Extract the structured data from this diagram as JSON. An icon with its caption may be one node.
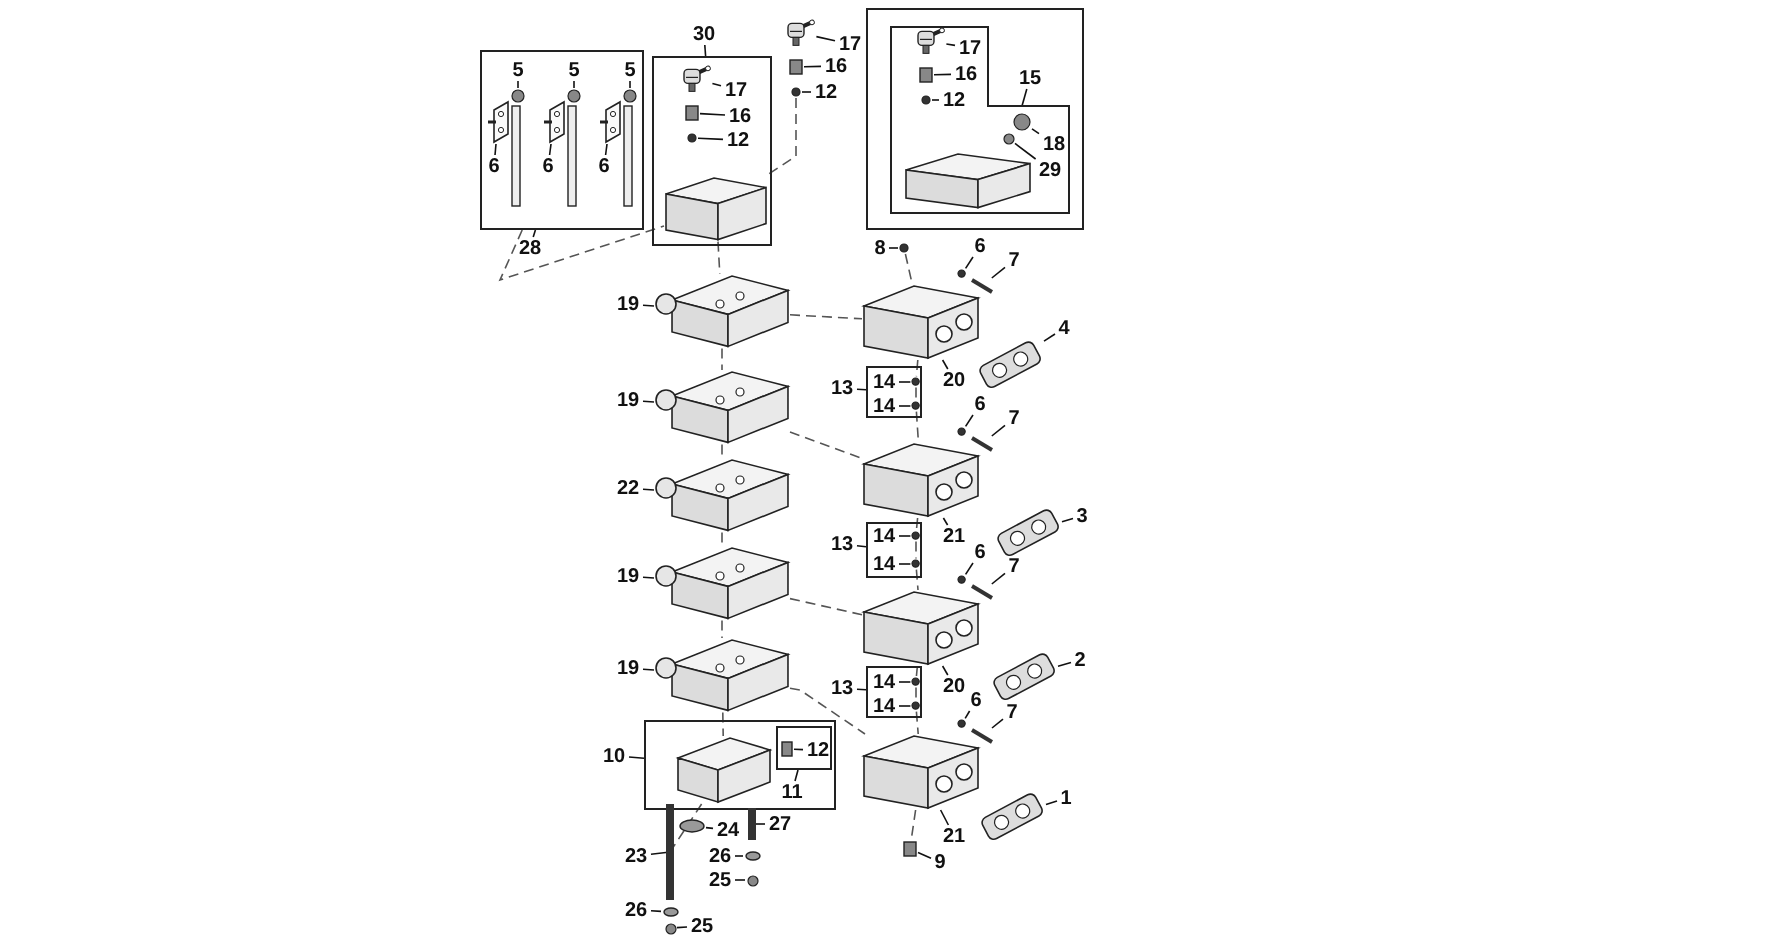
{
  "diagram": {
    "nodes": [
      {
        "text": [],
        "shape": "box"
      },
      {
        "text": [
          "5"
        ],
        "in": 0
      },
      {
        "text": [
          "5"
        ],
        "in": 0
      },
      {
        "text": [
          "5"
        ],
        "in": 0
      },
      {
        "text": [
          "6"
        ],
        "in": 0
      },
      {
        "text": [
          "6"
        ],
        "in": 0
      },
      {
        "text": [
          "6"
        ],
        "in": 0
      },
      {
        "text": [
          "28"
        ]
      },
      {
        "text": [
          "30"
        ]
      },
      {
        "text": [],
        "shape": "box"
      },
      {
        "text": [
          "17"
        ],
        "in": 9
      },
      {
        "text": [
          "16"
        ],
        "in": 9
      },
      {
        "text": [
          "12"
        ],
        "in": 9
      },
      {
        "text": [
          "17"
        ]
      },
      {
        "text": [
          "16"
        ]
      },
      {
        "text": [
          "12"
        ]
      },
      {
        "text": [],
        "shape": "box"
      },
      {
        "text": [
          "15"
        ],
        "in": 16
      },
      {
        "text": [],
        "shape": "box",
        "in": 16
      },
      {
        "text": [
          "17"
        ],
        "in": 18
      },
      {
        "text": [
          "16"
        ],
        "in": 18
      },
      {
        "text": [
          "12"
        ],
        "in": 18
      },
      {
        "text": [
          "18"
        ],
        "in": 18
      },
      {
        "text": [
          "29"
        ],
        "in": 18
      },
      {
        "text": [
          "8"
        ]
      },
      {
        "text": [
          "6"
        ]
      },
      {
        "text": [
          "7"
        ]
      },
      {
        "text": [
          "19"
        ]
      },
      {
        "text": [
          "20"
        ]
      },
      {
        "text": [
          "4"
        ]
      },
      {
        "text": [],
        "shape": "box"
      },
      {
        "text": [
          "13"
        ]
      },
      {
        "text": [
          "14"
        ],
        "in": 30
      },
      {
        "text": [
          "14"
        ],
        "in": 30
      },
      {
        "text": [
          "6"
        ]
      },
      {
        "text": [
          "7"
        ]
      },
      {
        "text": [
          "19"
        ]
      },
      {
        "text": [
          "22"
        ]
      },
      {
        "text": [
          "21"
        ]
      },
      {
        "text": [
          "3"
        ]
      },
      {
        "text": [],
        "shape": "box"
      },
      {
        "text": [
          "13"
        ]
      },
      {
        "text": [
          "14"
        ],
        "in": 40
      },
      {
        "text": [
          "14"
        ],
        "in": 40
      },
      {
        "text": [
          "6"
        ]
      },
      {
        "text": [
          "7"
        ]
      },
      {
        "text": [
          "19"
        ]
      },
      {
        "text": [
          "20"
        ]
      },
      {
        "text": [
          "2"
        ]
      },
      {
        "text": [],
        "shape": "box"
      },
      {
        "text": [
          "13"
        ]
      },
      {
        "text": [
          "14"
        ],
        "in": 49
      },
      {
        "text": [
          "14"
        ],
        "in": 49
      },
      {
        "text": [
          "6"
        ]
      },
      {
        "text": [
          "7"
        ]
      },
      {
        "text": [
          "19"
        ]
      },
      {
        "text": [],
        "shape": "box"
      },
      {
        "text": [
          "10"
        ]
      },
      {
        "text": [],
        "shape": "box",
        "in": 56
      },
      {
        "text": [
          "12"
        ],
        "in": 58
      },
      {
        "text": [
          "11"
        ],
        "in": 56
      },
      {
        "text": [
          "21"
        ]
      },
      {
        "text": [
          "1"
        ]
      },
      {
        "text": [
          "24"
        ]
      },
      {
        "text": [
          "27"
        ]
      },
      {
        "text": [
          "23"
        ]
      },
      {
        "text": [
          "26"
        ]
      },
      {
        "text": [
          "25"
        ]
      },
      {
        "text": [
          "9"
        ]
      },
      {
        "text": [
          "26"
        ]
      },
      {
        "text": [
          "25"
        ]
      },
      {
        "text": [],
        "shape": "circle",
        "in": 0
      },
      {
        "text": [],
        "shape": "circle",
        "in": 0
      },
      {
        "text": [],
        "shape": "circle",
        "in": 0
      },
      {
        "text": [],
        "shape": "picture",
        "in": 0
      },
      {
        "text": [],
        "shape": "picture",
        "in": 0
      },
      {
        "text": [],
        "shape": "picture",
        "in": 0
      },
      {
        "text": [],
        "shape": "picture",
        "in": 9
      },
      {
        "text": [],
        "shape": "box",
        "in": 9
      },
      {
        "text": [],
        "shape": "circle",
        "in": 9
      },
      {
        "text": [],
        "shape": "picture",
        "in": 9
      },
      {
        "text": [],
        "shape": "picture"
      },
      {
        "text": [],
        "shape": "box"
      },
      {
        "text": [],
        "shape": "circle"
      },
      {
        "text": [],
        "shape": "picture",
        "in": 18
      },
      {
        "text": [],
        "shape": "box",
        "in": 18
      },
      {
        "text": [],
        "shape": "circle",
        "in": 18
      },
      {
        "text": [],
        "shape": "circle",
        "in": 18
      },
      {
        "text": [],
        "shape": "circle",
        "in": 18
      },
      {
        "text": [],
        "shape": "picture",
        "in": 18
      },
      {
        "text": [],
        "shape": "circle"
      },
      {
        "text": [],
        "shape": "picture"
      },
      {
        "text": [],
        "shape": "picture"
      },
      {
        "text": [],
        "shape": "picture"
      },
      {
        "text": [],
        "shape": "picture"
      },
      {
        "text": [],
        "shape": "picture"
      },
      {
        "text": [],
        "shape": "picture"
      },
      {
        "text": [],
        "shape": "picture"
      },
      {
        "text": [],
        "shape": "picture"
      },
      {
        "text": [],
        "shape": "picture"
      },
      {
        "text": [],
        "shape": "picture"
      },
      {
        "text": [],
        "shape": "picture"
      },
      {
        "text": [],
        "shape": "picture"
      },
      {
        "text": [],
        "shape": "picture"
      },
      {
        "text": [],
        "shape": "circle"
      },
      {
        "text": [],
        "shape": "bar"
      },
      {
        "text": [],
        "shape": "circle"
      },
      {
        "text": [],
        "shape": "bar"
      },
      {
        "text": [],
        "shape": "circle"
      },
      {
        "text": [],
        "shape": "bar"
      },
      {
        "text": [],
        "shape": "circle"
      },
      {
        "text": [],
        "shape": "bar"
      },
      {
        "text": [],
        "shape": "circle",
        "in": 30
      },
      {
        "text": [],
        "shape": "circle",
        "in": 30
      },
      {
        "text": [],
        "shape": "circle",
        "in": 40
      },
      {
        "text": [],
        "shape": "circle",
        "in": 40
      },
      {
        "text": [],
        "shape": "circle",
        "in": 49
      },
      {
        "text": [],
        "shape": "circle",
        "in": 49
      },
      {
        "text": [],
        "shape": "picture",
        "in": 56
      },
      {
        "text": [],
        "shape": "box",
        "in": 58
      },
      {
        "text": [],
        "shape": "circle"
      },
      {
        "text": [],
        "shape": "bar"
      },
      {
        "text": [],
        "shape": "bar"
      },
      {
        "text": [],
        "shape": "circle"
      },
      {
        "text": [],
        "shape": "circle"
      },
      {
        "text": [],
        "shape": "circle"
      },
      {
        "text": [],
        "shape": "circle"
      },
      {
        "text": [],
        "shape": "box"
      }
    ],
    "edges": [
      {
        "from": 1,
        "to": 71,
        "arrow": "none"
      },
      {
        "from": 2,
        "to": 72,
        "arrow": "none"
      },
      {
        "from": 3,
        "to": 73,
        "arrow": "none"
      },
      {
        "from": 4,
        "to": 74,
        "arrow": "none"
      },
      {
        "from": 5,
        "to": 75,
        "arrow": "none"
      },
      {
        "from": 6,
        "to": 76,
        "arrow": "none"
      },
      {
        "from": 7,
        "to": 0,
        "arrow": "none"
      },
      {
        "from": 8,
        "to": 9,
        "arrow": "none"
      },
      {
        "from": 10,
        "to": 77,
        "arrow": "none"
      },
      {
        "from": 11,
        "to": 78,
        "arrow": "none"
      },
      {
        "from": 12,
        "to": 79,
        "arrow": "none"
      },
      {
        "from": 13,
        "to": 81,
        "arrow": "none"
      },
      {
        "from": 14,
        "to": 82,
        "arrow": "none"
      },
      {
        "from": 15,
        "to": 83,
        "arrow": "none"
      },
      {
        "from": 17,
        "to": 18,
        "arrow": "none"
      },
      {
        "from": 19,
        "to": 84,
        "arrow": "none"
      },
      {
        "from": 20,
        "to": 85,
        "arrow": "none"
      },
      {
        "from": 21,
        "to": 86,
        "arrow": "none"
      },
      {
        "from": 22,
        "to": 87,
        "arrow": "none"
      },
      {
        "from": 23,
        "to": 88,
        "arrow": "none"
      },
      {
        "from": 24,
        "to": 90,
        "arrow": "none"
      },
      {
        "from": 25,
        "to": 104,
        "arrow": "none"
      },
      {
        "from": 26,
        "to": 105,
        "arrow": "none"
      },
      {
        "from": 27,
        "to": 91,
        "arrow": "none"
      },
      {
        "from": 28,
        "to": 96,
        "arrow": "none"
      },
      {
        "from": 29,
        "to": 100,
        "arrow": "none"
      },
      {
        "from": 31,
        "to": 30,
        "arrow": "none"
      },
      {
        "from": 32,
        "to": 112,
        "arrow": "none"
      },
      {
        "from": 33,
        "to": 113,
        "arrow": "none"
      },
      {
        "from": 34,
        "to": 106,
        "arrow": "none"
      },
      {
        "from": 35,
        "to": 107,
        "arrow": "none"
      },
      {
        "from": 36,
        "to": 92,
        "arrow": "none"
      },
      {
        "from": 37,
        "to": 93,
        "arrow": "none"
      },
      {
        "from": 38,
        "to": 97,
        "arrow": "none"
      },
      {
        "from": 39,
        "to": 101,
        "arrow": "none"
      },
      {
        "from": 41,
        "to": 40,
        "arrow": "none"
      },
      {
        "from": 42,
        "to": 114,
        "arrow": "none"
      },
      {
        "from": 43,
        "to": 115,
        "arrow": "none"
      },
      {
        "from": 44,
        "to": 108,
        "arrow": "none"
      },
      {
        "from": 45,
        "to": 109,
        "arrow": "none"
      },
      {
        "from": 46,
        "to": 94,
        "arrow": "none"
      },
      {
        "from": 47,
        "to": 98,
        "arrow": "none"
      },
      {
        "from": 48,
        "to": 102,
        "arrow": "none"
      },
      {
        "from": 50,
        "to": 49,
        "arrow": "none"
      },
      {
        "from": 51,
        "to": 116,
        "arrow": "none"
      },
      {
        "from": 52,
        "to": 117,
        "arrow": "none"
      },
      {
        "from": 53,
        "to": 110,
        "arrow": "none"
      },
      {
        "from": 54,
        "to": 111,
        "arrow": "none"
      },
      {
        "from": 55,
        "to": 95,
        "arrow": "none"
      },
      {
        "from": 57,
        "to": 56,
        "arrow": "none"
      },
      {
        "from": 59,
        "to": 119,
        "arrow": "none"
      },
      {
        "from": 60,
        "to": 58,
        "arrow": "none"
      },
      {
        "from": 61,
        "to": 99,
        "arrow": "none"
      },
      {
        "from": 62,
        "to": 103,
        "arrow": "none"
      },
      {
        "from": 63,
        "to": 120,
        "arrow": "none"
      },
      {
        "from": 64,
        "to": 121,
        "arrow": "none"
      },
      {
        "from": 65,
        "to": 122,
        "arrow": "none"
      },
      {
        "from": 66,
        "to": 123,
        "arrow": "none"
      },
      {
        "from": 67,
        "to": 124,
        "arrow": "none"
      },
      {
        "from": 68,
        "to": 127,
        "arrow": "none"
      },
      {
        "from": 69,
        "to": 125,
        "arrow": "none"
      },
      {
        "from": 70,
        "to": 126,
        "arrow": "none"
      },
      {
        "from": 0,
        "to": 80,
        "arrow": "none",
        "style": "dashed"
      },
      {
        "from": 83,
        "to": 80,
        "arrow": "none",
        "style": "dashed"
      },
      {
        "from": 80,
        "to": 91,
        "arrow": "none",
        "style": "dashed"
      },
      {
        "from": 91,
        "to": 92,
        "arrow": "none",
        "style": "dashed"
      },
      {
        "from": 92,
        "to": 93,
        "arrow": "none",
        "style": "dashed"
      },
      {
        "from": 93,
        "to": 94,
        "arrow": "none",
        "style": "dashed"
      },
      {
        "from": 94,
        "to": 95,
        "arrow": "none",
        "style": "dashed"
      },
      {
        "from": 95,
        "to": 118,
        "arrow": "none",
        "style": "dashed"
      },
      {
        "from": 118,
        "to": 122,
        "arrow": "none",
        "style": "dashed"
      },
      {
        "from": 91,
        "to": 96,
        "arrow": "none",
        "style": "dashed"
      },
      {
        "from": 92,
        "to": 97,
        "arrow": "none",
        "style": "dashed"
      },
      {
        "from": 94,
        "to": 98,
        "arrow": "none",
        "style": "dashed"
      },
      {
        "from": 95,
        "to": 99,
        "arrow": "none",
        "style": "dashed"
      },
      {
        "from": 90,
        "to": 96,
        "arrow": "none",
        "style": "dashed"
      },
      {
        "from": 96,
        "to": 112,
        "arrow": "none",
        "style": "dashed"
      },
      {
        "from": 112,
        "to": 113,
        "arrow": "none",
        "style": "dashed"
      },
      {
        "from": 113,
        "to": 97,
        "arrow": "none",
        "style": "dashed"
      },
      {
        "from": 97,
        "to": 114,
        "arrow": "none",
        "style": "dashed"
      },
      {
        "from": 114,
        "to": 115,
        "arrow": "none",
        "style": "dashed"
      },
      {
        "from": 115,
        "to": 98,
        "arrow": "none",
        "style": "dashed"
      },
      {
        "from": 98,
        "to": 116,
        "arrow": "none",
        "style": "dashed"
      },
      {
        "from": 116,
        "to": 117,
        "arrow": "none",
        "style": "dashed"
      },
      {
        "from": 117,
        "to": 99,
        "arrow": "none",
        "style": "dashed"
      },
      {
        "from": 99,
        "to": 127,
        "arrow": "none",
        "style": "dashed"
      }
    ]
  }
}
